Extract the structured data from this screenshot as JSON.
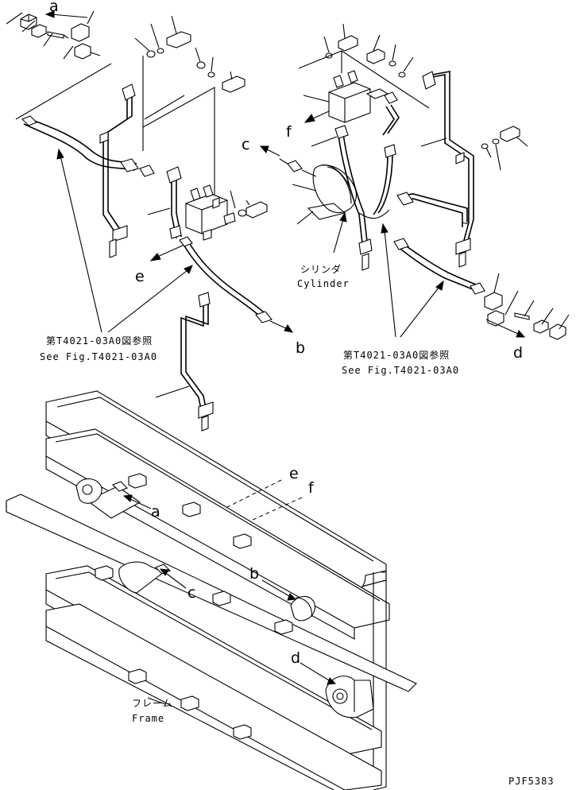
{
  "callouts": {
    "a_top": "a",
    "b_top": "b",
    "c_top": "c",
    "d_top": "d",
    "e_top": "e",
    "f_top": "f",
    "a_frame": "a",
    "b_frame": "b",
    "c_frame": "c",
    "d_frame": "d",
    "e_frame": "e",
    "f_frame": "f"
  },
  "labels": {
    "ref_left_jp": "第T4021-03A0図参照",
    "ref_left_en": "See Fig.T4021-03A0",
    "ref_right_jp": "第T4021-03A0図参照",
    "ref_right_en": "See Fig.T4021-03A0",
    "cylinder_jp": "シリンダ",
    "cylinder_en": "Cylinder",
    "frame_jp": "フレーム",
    "frame_en": "Frame",
    "drawing_code": "PJF5383"
  }
}
